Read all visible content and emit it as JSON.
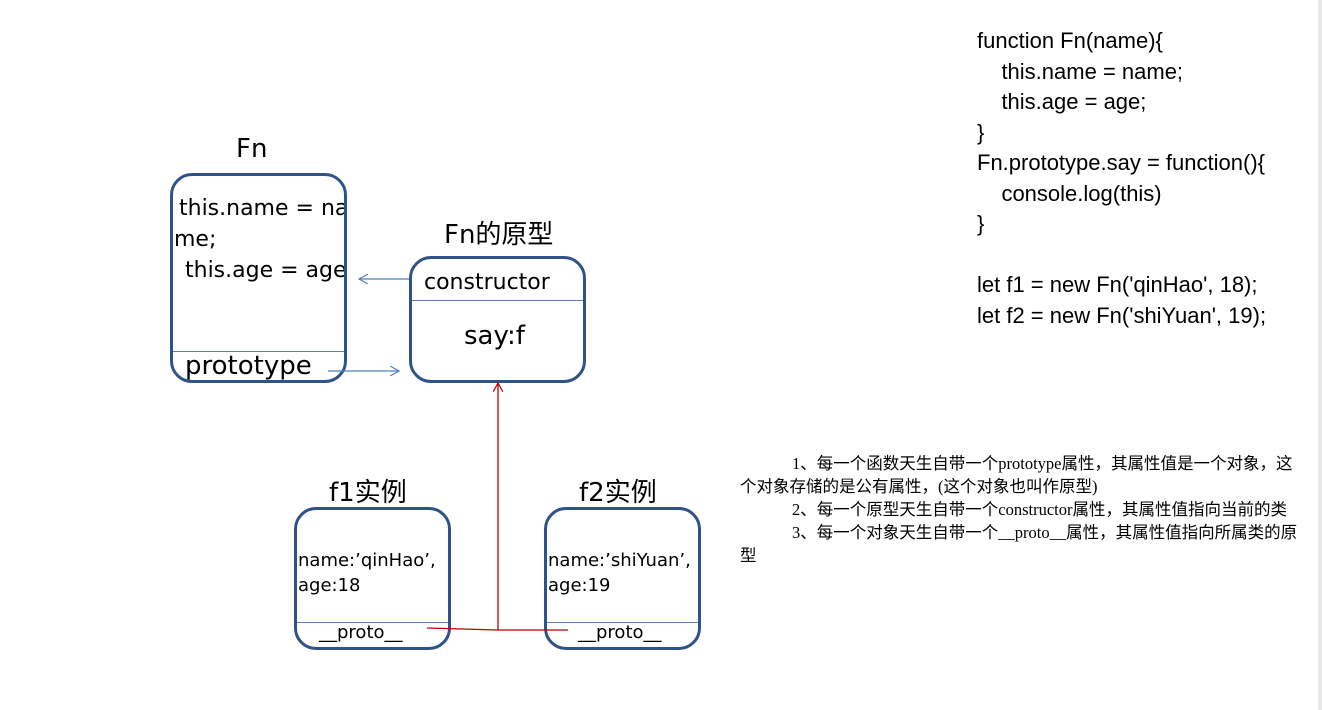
{
  "fn_box": {
    "title": "Fn",
    "line1": "this.name = na",
    "line2": "me;",
    "line3": "this.age = age;",
    "prototype": "prototype"
  },
  "proto_box": {
    "title": "Fn的原型",
    "constructor": "constructor",
    "say": "say:f"
  },
  "f1_box": {
    "title": "f1实例",
    "line1": "name:’qinHao’,",
    "line2": "age:18",
    "proto": "__proto__"
  },
  "f2_box": {
    "title": "f2实例",
    "line1": "name:’shiYuan’,",
    "line2": "age:19",
    "proto": "__proto__"
  },
  "code_lines": [
    "function Fn(name){",
    "    this.name = name;",
    "    this.age = age;",
    "}",
    "Fn.prototype.say = function(){",
    "    console.log(this)",
    "}",
    "",
    "let f1 = new Fn('qinHao', 18);",
    "let f2 = new Fn('shiYuan', 19);"
  ],
  "notes": [
    "1、每一个函数天生自带一个prototype属性，其属性值是一个对象，这个对象存储的是公有属性，(这个对象也叫作原型)",
    "2、每一个原型天生自带一个constructor属性，其属性值指向当前的类",
    "3、每一个对象天生自带一个__proto__属性，其属性值指向所属类的原型"
  ],
  "colors": {
    "box_border": "#2f5388",
    "blue_arrow": "#4f81bd",
    "red_arrow": "#c00000"
  }
}
